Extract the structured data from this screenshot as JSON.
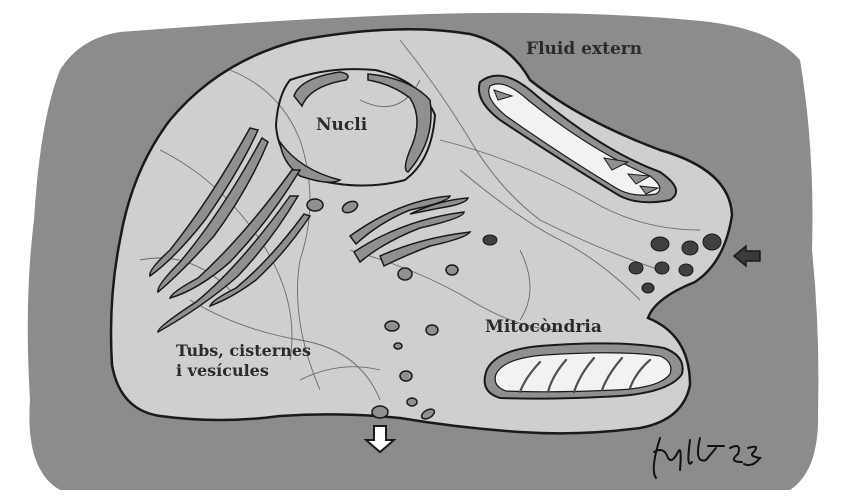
{
  "labels": {
    "fluid": "Fluid extern",
    "nucleus": "Nucli",
    "mitochondria": "Mitocòndria",
    "tubes_line1": "Tubs, cisternes",
    "tubes_line2": "i vesícules"
  },
  "signature": "jul-23",
  "colors": {
    "background": "#ffffff",
    "extracellular": "#8c8c8c",
    "cytoplasm": "#cfcfcf",
    "organelle": "#909090",
    "matrix": "#f2f2f2",
    "vesicle_dark": "#404040",
    "outline": "#1a1a1a"
  }
}
